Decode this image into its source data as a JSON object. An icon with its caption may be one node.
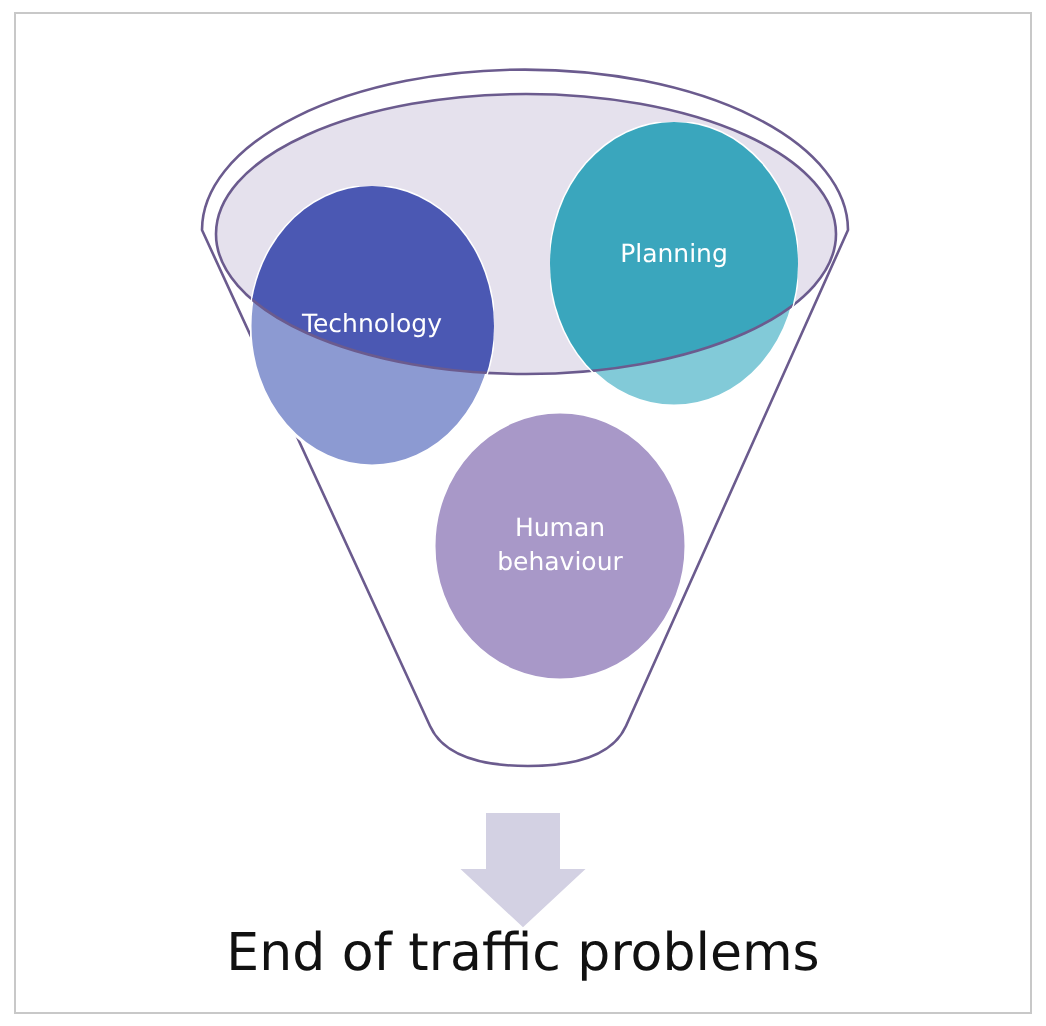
{
  "diagram": {
    "nodes": [
      {
        "text": [],
        "shape": "funnel"
      },
      {
        "text": [
          "Technology"
        ],
        "in": 0
      },
      {
        "text": [
          "Planning"
        ],
        "in": 0
      },
      {
        "text": [
          "Human behaviour"
        ],
        "in": 0
      },
      {
        "text": [
          "End of traffic problems"
        ]
      }
    ],
    "edges": [
      {
        "from": 0,
        "to": 4,
        "arrow": "to",
        "style": "thick"
      }
    ]
  }
}
